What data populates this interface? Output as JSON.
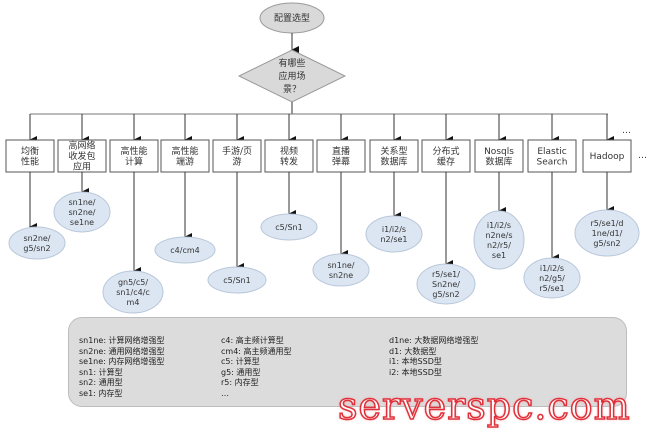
{
  "start": "配置选型",
  "decision": [
    "有哪些",
    "应用场",
    "景？"
  ],
  "ellipsis": "…",
  "scenarios": [
    {
      "label": [
        "均衡",
        "性能"
      ],
      "types": [
        "sn2ne/",
        "g5/sn2"
      ]
    },
    {
      "label": [
        "高网络",
        "收发包",
        "应用"
      ],
      "types": [
        "sn1ne/",
        "sn2ne/",
        "se1ne"
      ]
    },
    {
      "label": [
        "高性能",
        "计算"
      ],
      "types": [
        "gn5/c5/",
        "sn1/c4/c",
        "m4"
      ]
    },
    {
      "label": [
        "高性能",
        "端游"
      ],
      "types": [
        "c4/cm4"
      ]
    },
    {
      "label": [
        "手游/页",
        "游"
      ],
      "types": [
        "c5/Sn1"
      ]
    },
    {
      "label": [
        "视频",
        "转发"
      ],
      "types": [
        "c5/Sn1"
      ]
    },
    {
      "label": [
        "直播",
        "弹幕"
      ],
      "types": [
        "sn1ne/",
        "sn2ne"
      ]
    },
    {
      "label": [
        "关系型",
        "数据库"
      ],
      "types": [
        "i1/i2/s",
        "n2/se1"
      ]
    },
    {
      "label": [
        "分布式",
        "缓存"
      ],
      "types": [
        "r5/se1/",
        "Sn2ne/",
        "g5/sn2"
      ]
    },
    {
      "label": [
        "Nosqls",
        "数据库"
      ],
      "types": [
        "i1/i2/s",
        "n2ne/s",
        "n2/r5/",
        "se1"
      ]
    },
    {
      "label": [
        "Elastic",
        "Search"
      ],
      "types": [
        "i1/i2/s",
        "n2/g5/",
        "r5/se1"
      ]
    },
    {
      "label": [
        "Hadoop"
      ],
      "types": [
        "r5/se1/d",
        "1ne/d1/",
        "g5/sn2"
      ]
    }
  ],
  "legend": {
    "col1": [
      "sn1ne: 计算网络增强型",
      "sn2ne: 通用网络增强型",
      "se1ne: 内存网络增强型",
      "sn1: 计算型",
      "sn2: 通用型",
      "se1: 内存型"
    ],
    "col2": [
      "c4: 高主频计算型",
      "cm4: 高主频通用型",
      "c5: 计算型",
      "g5: 通用型",
      "r5: 内存型",
      "…"
    ],
    "col3": [
      "d1ne: 大数据网络增强型",
      "d1: 大数据型",
      "i1: 本地SSD型",
      "i2: 本地SSD型"
    ]
  },
  "watermark": "serverspc.com",
  "colors": {
    "node_fill": "#d9d9d9",
    "result_fill": "#dce6f2",
    "watermark": "#e0303a"
  }
}
